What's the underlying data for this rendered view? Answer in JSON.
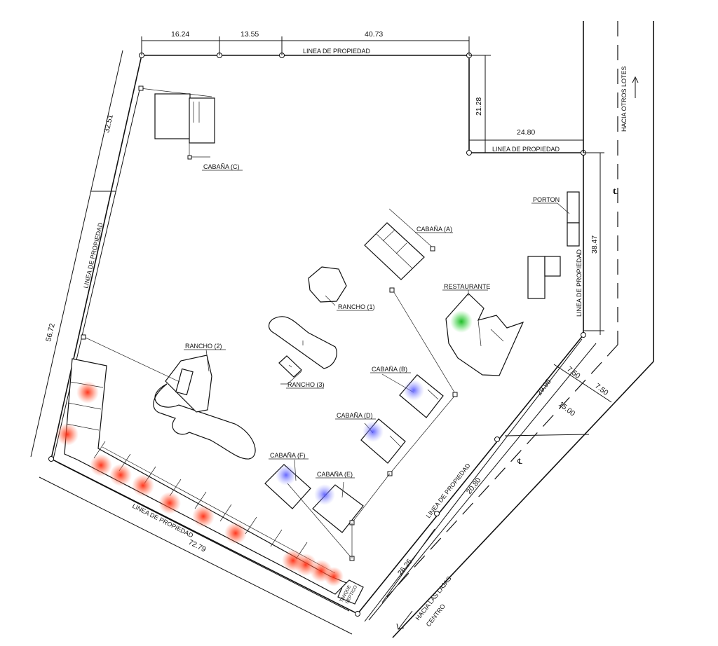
{
  "dimensions": {
    "top_a": "16.24",
    "top_b": "13.55",
    "top_c": "40.73",
    "right_top": "21.28",
    "right_mid": "24.80",
    "left_upper": "32.51",
    "left_lower": "56.72",
    "right_long": "38.47",
    "bottom": "72.79",
    "diag_a": "7.50",
    "diag_b": "7.50",
    "diag_c": "29.95",
    "diag_d": "15.00",
    "diag_e": "20.80",
    "diag_f": "26.25"
  },
  "labels": {
    "property_line": "LINEA DE PROPIEDAD",
    "cabin_a": "CABAÑA (A)",
    "cabin_b": "CABAÑA (B)",
    "cabin_c": "CABAÑA (C)",
    "cabin_d": "CABAÑA (D)",
    "cabin_e": "CABAÑA (E)",
    "cabin_f": "CABAÑA (F)",
    "rancho_1": "RANCHO (1)",
    "rancho_2": "RANCHO (2)",
    "rancho_3": "RANCHO (3)",
    "restaurant": "RESTAURANTE",
    "gate": "PORTON",
    "septic_tank_1": "TANQUE",
    "septic_tank_2": "SEPTICO",
    "to_other_lots": "HACIA OTROS LOTES",
    "to_las_lajas_1": "HACIA LAS LAJAS",
    "to_las_lajas_2": "CENTRO",
    "centerline": "℄"
  },
  "colors": {
    "red_marker": "#ff3b1f",
    "blue_marker": "#5a5cff",
    "green_marker": "#22c02a"
  }
}
